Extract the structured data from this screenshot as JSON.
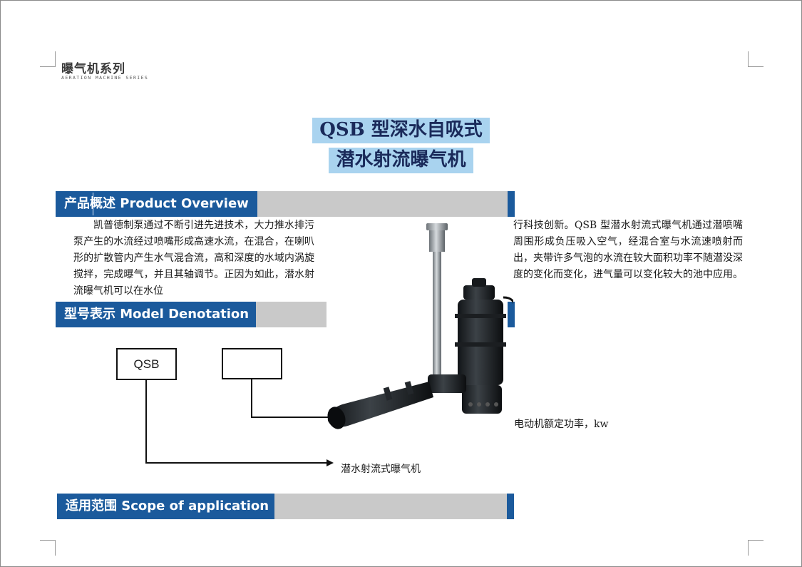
{
  "header": {
    "series_title": "曝气机系列",
    "series_subtitle": "AERATION MACHINE SERIES"
  },
  "title": {
    "line1": "QSB 型深水自吸式",
    "line2": "潜水射流曝气机"
  },
  "sections": {
    "overview": {
      "label": "产品概述  Product Overview"
    },
    "model": {
      "label": "型号表示  Model Denotation"
    },
    "scope": {
      "label": "适用范围  Scope of application"
    }
  },
  "overview": {
    "text_left": "凯普德制泵通过不断引进先进技术，大力推水排污泵产生的水流经过喷嘴形成高速水流，在混合，在喇叭形的扩散管内产生水气混合流，高和深度的水域内涡旋搅拌，完成曝气，并且其轴调节。正因为如此，潜水射流曝气机可以在水位",
    "text_right": "行科技创新。QSB 型潜水射流式曝气机通过潜喷嘴周围形成负压吸入空气，经混合室与水流速喷射而出，夹带许多气泡的水流在较大面积功率不随潜没深度的变化而变化，进气量可以变化较大的池中应用。"
  },
  "model_denotation": {
    "box1": "QSB",
    "box2": "",
    "power_note": "电动机额定功率，kw",
    "type_note": "潜水射流式曝气机"
  },
  "colors": {
    "section_blue": "#1b5a9c",
    "section_gray": "#c9c9c9",
    "title_highlight": "#a9d3ef"
  },
  "image": {
    "pump": "submersible-jet-aerator-photo"
  }
}
